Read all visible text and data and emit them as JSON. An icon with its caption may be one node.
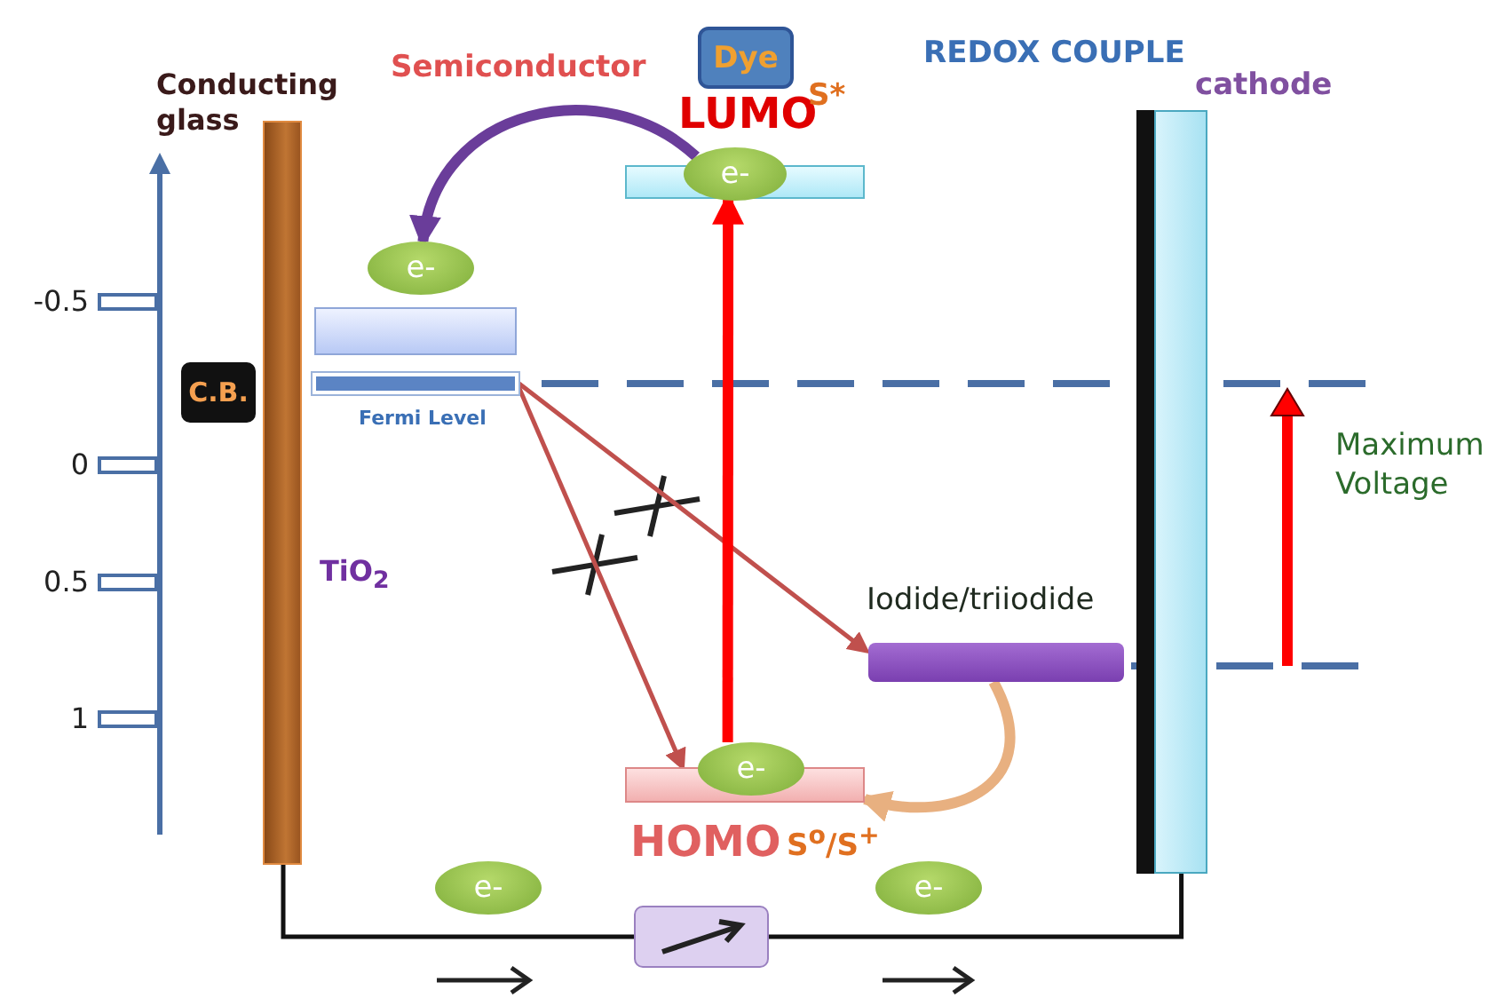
{
  "diagram": {
    "nodes": [
      {
        "text": [
          "Conducting glass"
        ]
      },
      {
        "text": [
          "C.B."
        ]
      },
      {
        "text": [
          "Dye"
        ]
      },
      {
        "text": [
          "LUMO"
        ]
      },
      {
        "text": [
          "e-"
        ]
      },
      {
        "text": [
          "cathode"
        ]
      },
      {
        "text": [
          "e-"
        ]
      },
      {
        "text": [],
        "shape": "box"
      },
      {
        "text": [
          "Fermi Level"
        ]
      },
      {
        "text": [
          "Iodide/triiodide"
        ]
      },
      {
        "text": [
          "e-"
        ]
      },
      {
        "text": [
          "HOMO"
        ]
      },
      {
        "text": [
          "e-"
        ]
      },
      {
        "text": [],
        "shape": "box"
      },
      {
        "text": [
          "e-"
        ]
      }
    ],
    "edges": [
      {
        "from": 4,
        "to": 6,
        "arrow": "to",
        "style": "thick",
        "color": "#6a3d9a"
      },
      {
        "from": 8,
        "to": 9,
        "arrow": "to",
        "color": "#c0504d"
      },
      {
        "from": 8,
        "to": 11,
        "arrow": "to",
        "color": "#c0504d"
      },
      {
        "from": 9,
        "to": 11,
        "arrow": "to",
        "style": "thick",
        "color": "#e8b080"
      },
      {
        "from": 10,
        "to": 3,
        "arrow": "to",
        "style": "thick",
        "color": "#ff0000"
      },
      {
        "from": 0,
        "to": 13,
        "arrow": "none",
        "color": "#111111"
      },
      {
        "from": 13,
        "to": 5,
        "arrow": "none",
        "color": "#111111"
      }
    ],
    "labels": [
      "Semiconductor",
      "REDOX COUPLE",
      "-0.5",
      "0",
      "0.5",
      "1",
      "TiO$_{2}$",
      "Maximum Voltage",
      "S*",
      "S$^{o}$/S$^{+}$"
    ]
  }
}
